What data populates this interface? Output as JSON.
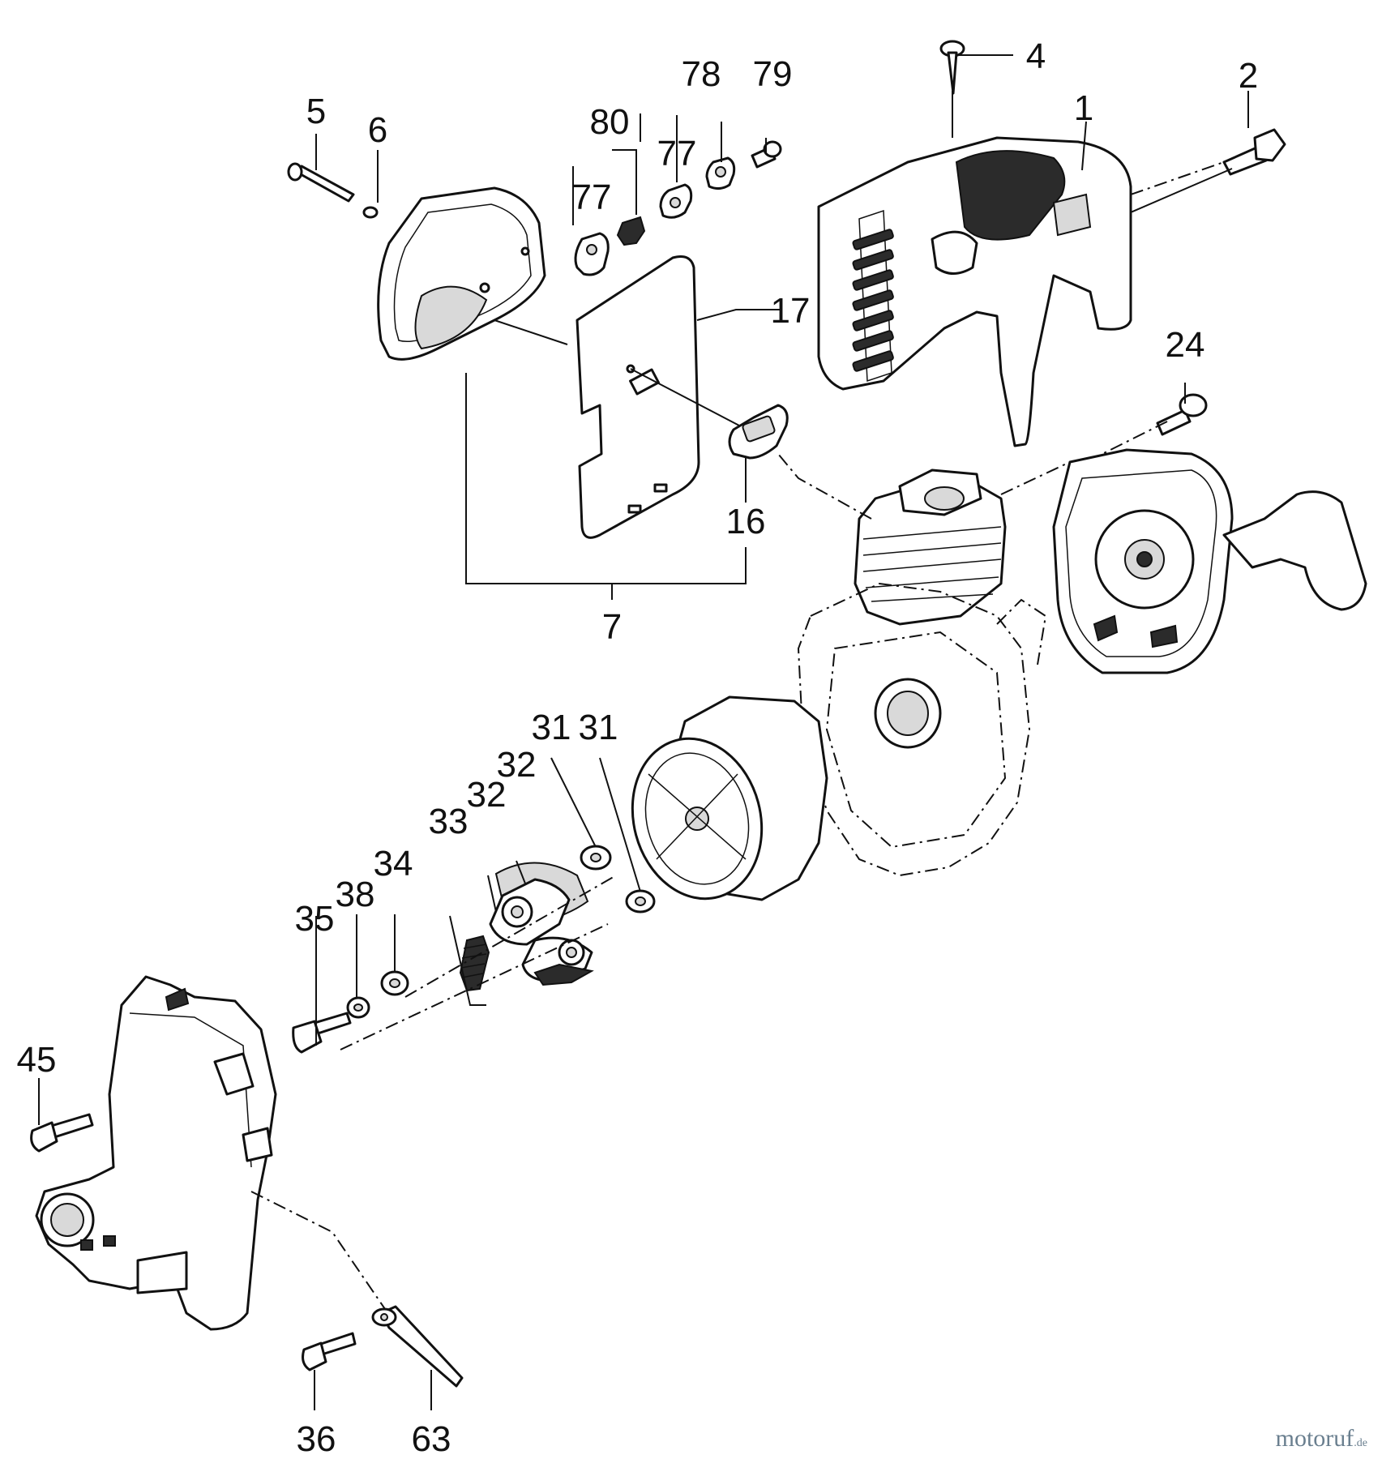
{
  "watermark": {
    "brand": "motoruf",
    "suffix": ".de"
  },
  "callouts": {
    "p1": "1",
    "p2": "2",
    "p4": "4",
    "p5": "5",
    "p6": "6",
    "p7": "7",
    "p16": "16",
    "p17": "17",
    "p24": "24",
    "p31a": "31",
    "p31b": "31",
    "p32a": "32",
    "p32b": "32",
    "p33": "33",
    "p34": "34",
    "p35": "35",
    "p36": "36",
    "p38": "38",
    "p45": "45",
    "p63": "63",
    "p77a": "77",
    "p77b": "77",
    "p78": "78",
    "p79": "79",
    "p80": "80"
  }
}
